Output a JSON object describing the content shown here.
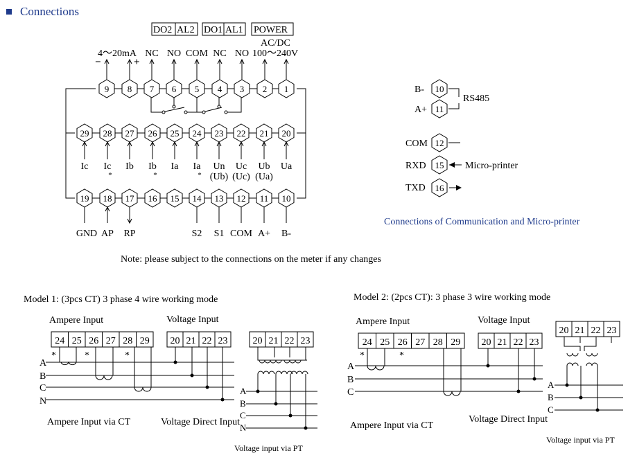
{
  "section": {
    "title": "Connections"
  },
  "top_labels": {
    "do2": "DO2",
    "al2": "AL2",
    "do1": "DO1",
    "al1": "AL1",
    "power": "POWER",
    "acdc": "AC/DC",
    "voltage_range": "100～240V",
    "current_range": "4～20mA",
    "minus": "−",
    "plus": "+"
  },
  "row1_signals": [
    "NC",
    "NO",
    "COM",
    "NC",
    "NO"
  ],
  "row1_terminals": [
    "9",
    "8",
    "7",
    "6",
    "5",
    "4",
    "3",
    "2",
    "1"
  ],
  "row2_terminals": [
    "29",
    "28",
    "27",
    "26",
    "25",
    "24",
    "23",
    "22",
    "21",
    "20"
  ],
  "row2_labels": [
    "Ic",
    "Ic",
    "Ib",
    "Ib",
    "Ia",
    "Ia",
    "Un",
    "Uc",
    "Ub",
    "Ua"
  ],
  "row2_sublabels": [
    "(Ub)",
    "(Uc)",
    "(Ua)"
  ],
  "asterisk": "*",
  "row3_terminals": [
    "19",
    "18",
    "17",
    "16",
    "15",
    "14",
    "13",
    "12",
    "11",
    "10"
  ],
  "row3_labels": [
    "GND",
    "AP",
    "RP",
    "S2",
    "S1",
    "COM",
    "A+",
    "B-"
  ],
  "note": "Note: please subject to the connections on the meter if any changes",
  "comm": {
    "b_label": "B-",
    "b_term": "10",
    "a_label": "A+",
    "a_term": "11",
    "rs485": "RS485",
    "com_label": "COM",
    "com_term": "12",
    "rxd_label": "RXD",
    "rxd_term": "15",
    "micro_printer": "Micro-printer",
    "txd_label": "TXD",
    "txd_term": "16",
    "caption": "Connections of Communication and Micro-printer"
  },
  "model1": {
    "title": "Model 1:  (3pcs CT)  3 phase 4 wire working mode",
    "ampere_input": "Ampere Input",
    "voltage_input": "Voltage Input",
    "ampere_terms": [
      "24",
      "25",
      "26",
      "27",
      "28",
      "29"
    ],
    "voltage_terms": [
      "20",
      "21",
      "22",
      "23"
    ],
    "pt_terms": [
      "20",
      "21",
      "22",
      "23"
    ],
    "lines": [
      "A",
      "B",
      "C",
      "N"
    ],
    "caption_ct": "Ampere Input via CT",
    "caption_direct": "Voltage Direct Input",
    "caption_pt": "Voltage input via PT"
  },
  "model2": {
    "title": "Model 2: (2pcs CT): 3 phase 3 wire working mode",
    "ampere_input": "Ampere Input",
    "voltage_input": "Voltage Input",
    "ampere_terms": [
      "24",
      "25",
      "26",
      "27",
      "28",
      "29"
    ],
    "voltage_terms": [
      "20",
      "21",
      "22",
      "23"
    ],
    "pt_terms": [
      "20",
      "21",
      "22",
      "23"
    ],
    "lines": [
      "A",
      "B",
      "C"
    ],
    "caption_ct": "Ampere Input via CT",
    "caption_direct": "Voltage Direct Input",
    "caption_pt": "Voltage input via PT"
  },
  "colors": {
    "title_blue": "#1f3b8c",
    "line": "#000000"
  }
}
